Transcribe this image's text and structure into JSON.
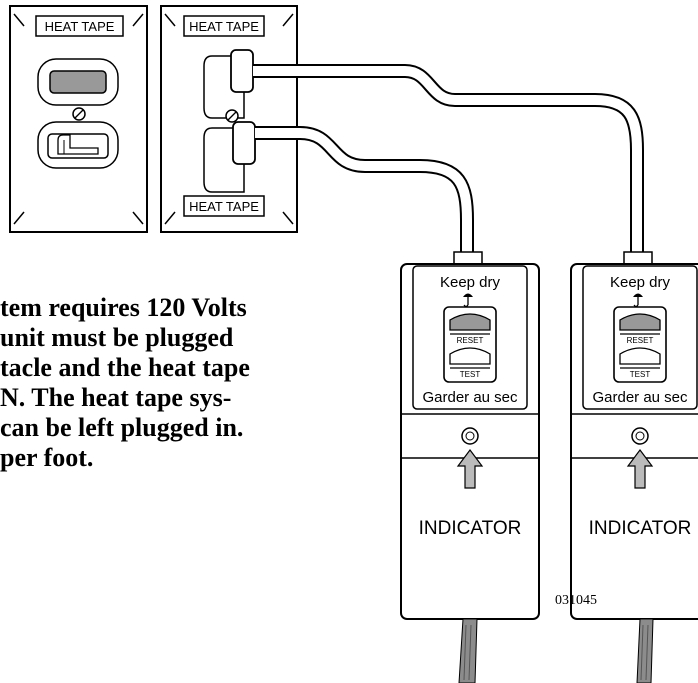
{
  "labels": {
    "plate_left_top": "HEAT TAPE",
    "plate_right_top": "HEAT TAPE",
    "plate_right_bottom": "HEAT TAPE",
    "keep_dry": "Keep dry",
    "reset": "RESET",
    "test": "TEST",
    "garder": "Garder au sec",
    "indicator": "INDICATOR",
    "figure_number": "031045"
  },
  "text_lines": [
    "tem requires 120 Volts",
    "unit must be plugged",
    "tacle and the heat tape",
    "N. The heat tape sys-",
    " can be left plugged in.",
    "per foot."
  ],
  "colors": {
    "line": "#000000",
    "button_gray": "#999999",
    "cord_gray": "#8c8c8c"
  }
}
